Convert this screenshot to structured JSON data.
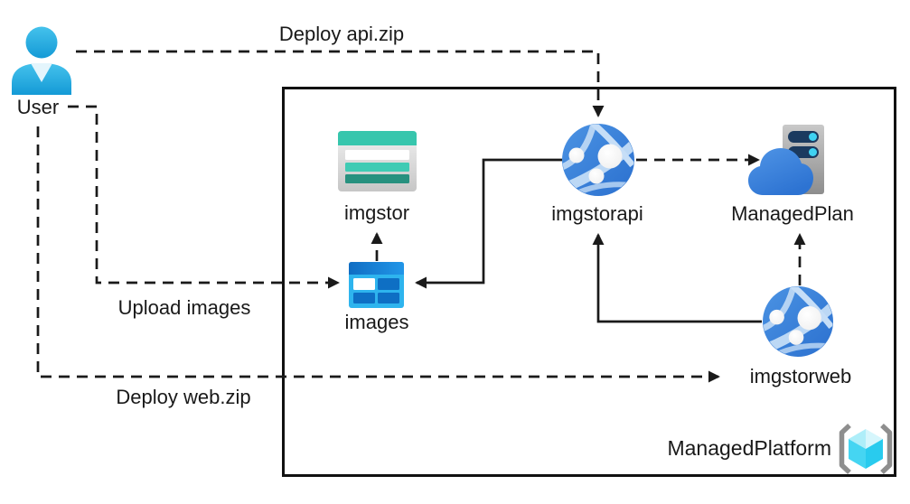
{
  "diagram": {
    "boundary": {
      "label": "ManagedPlatform",
      "type": "container-apps-environment"
    },
    "nodes": {
      "user": {
        "label": "User",
        "type": "user"
      },
      "imgstor": {
        "label": "imgstor",
        "type": "storage-account"
      },
      "images": {
        "label": "images",
        "type": "blob-container"
      },
      "imgstorapi": {
        "label": "imgstorapi",
        "type": "app-service"
      },
      "managedplan": {
        "label": "ManagedPlan",
        "type": "app-service-plan"
      },
      "imgstorweb": {
        "label": "imgstorweb",
        "type": "app-service"
      }
    },
    "edges": [
      {
        "id": "deploy-api",
        "label": "Deploy api.zip",
        "from": "user",
        "to": "imgstorapi",
        "style": "dashed"
      },
      {
        "id": "upload-images",
        "label": "Upload images",
        "from": "user",
        "to": "images",
        "style": "dashed"
      },
      {
        "id": "deploy-web",
        "label": "Deploy web.zip",
        "from": "user",
        "to": "imgstorweb",
        "style": "dashed"
      },
      {
        "id": "api-to-images",
        "label": "",
        "from": "imgstorapi",
        "to": "images",
        "style": "solid"
      },
      {
        "id": "web-to-api",
        "label": "",
        "from": "imgstorweb",
        "to": "imgstorapi",
        "style": "solid"
      },
      {
        "id": "images-to-imgstor",
        "label": "",
        "from": "images",
        "to": "imgstor",
        "style": "dashed"
      },
      {
        "id": "api-to-plan",
        "label": "",
        "from": "imgstorapi",
        "to": "managedplan",
        "style": "dashed"
      },
      {
        "id": "web-to-plan",
        "label": "",
        "from": "imgstorweb",
        "to": "managedplan",
        "style": "dashed"
      }
    ],
    "colors": {
      "line": "#1a1a1a",
      "text": "#191919",
      "app_service_blue": "#3379d8",
      "storage_teal": "#37c6ad",
      "container_blue": "#2eb4ee",
      "plan_navy": "#1b3a5f",
      "plan_cyan": "#3fd2f2",
      "cloud_blue": "#3b84dc",
      "user_cyan": "#2fb2e4",
      "cube_cyan": "#45d5f2",
      "bracket_gray": "#8e8e8e"
    }
  }
}
